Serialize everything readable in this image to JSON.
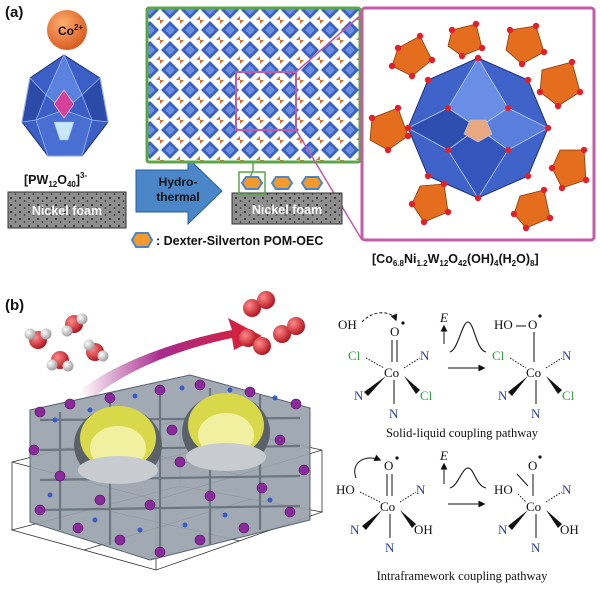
{
  "panel_a": {
    "label": "(a)",
    "cobalt_ion": "Co",
    "cobalt_charge": "2+",
    "pw_formula": {
      "a": "[PW",
      "s1": "12",
      "b": "O",
      "s2": "40",
      "c": "]",
      "sup": "3-"
    },
    "nickel_foam_left": "Nickel foam",
    "nickel_foam_right": "Nickel foam",
    "arrow_line1": "Hydro-",
    "arrow_line2": "thermal",
    "legend_text": ": Dexter-Silverton POM-OEC",
    "product_formula": {
      "a": "[Co",
      "s1": "6.8",
      "b": "Ni",
      "s2": "1.2",
      "c": "W",
      "s3": "12",
      "d": "O",
      "s4": "42",
      "e": "(OH)",
      "s5": "4",
      "f": "(H",
      "s6": "2",
      "g": "O)",
      "s7": "8",
      "h": "]"
    },
    "colors": {
      "green_frame": "#5aa845",
      "magenta_frame": "#c45aa8",
      "arrow_blue": "#4a86c8",
      "hexagon_fill": "#f29a2e",
      "hexagon_edge": "#4a86c8"
    }
  },
  "panel_b": {
    "label": "(b)",
    "mech1": {
      "oh": "OH",
      "o": "O",
      "cl": "Cl",
      "co": "Co",
      "n": "N",
      "energy": "E",
      "product_ho": "HO",
      "product_o": "O",
      "caption": "Solid-liquid coupling pathway"
    },
    "mech2": {
      "o": "O",
      "ho": "HO",
      "co": "Co",
      "n": "N",
      "oh": "OH",
      "energy": "E",
      "product_o": "O",
      "caption": "Intraframework coupling pathway"
    },
    "colors": {
      "cl_green": "#2fa23a",
      "n_blue": "#2a3fa0",
      "channel_yellow": "#d8d84a",
      "node_purple": "#8a2a9c",
      "water_red": "#d0202a"
    }
  }
}
